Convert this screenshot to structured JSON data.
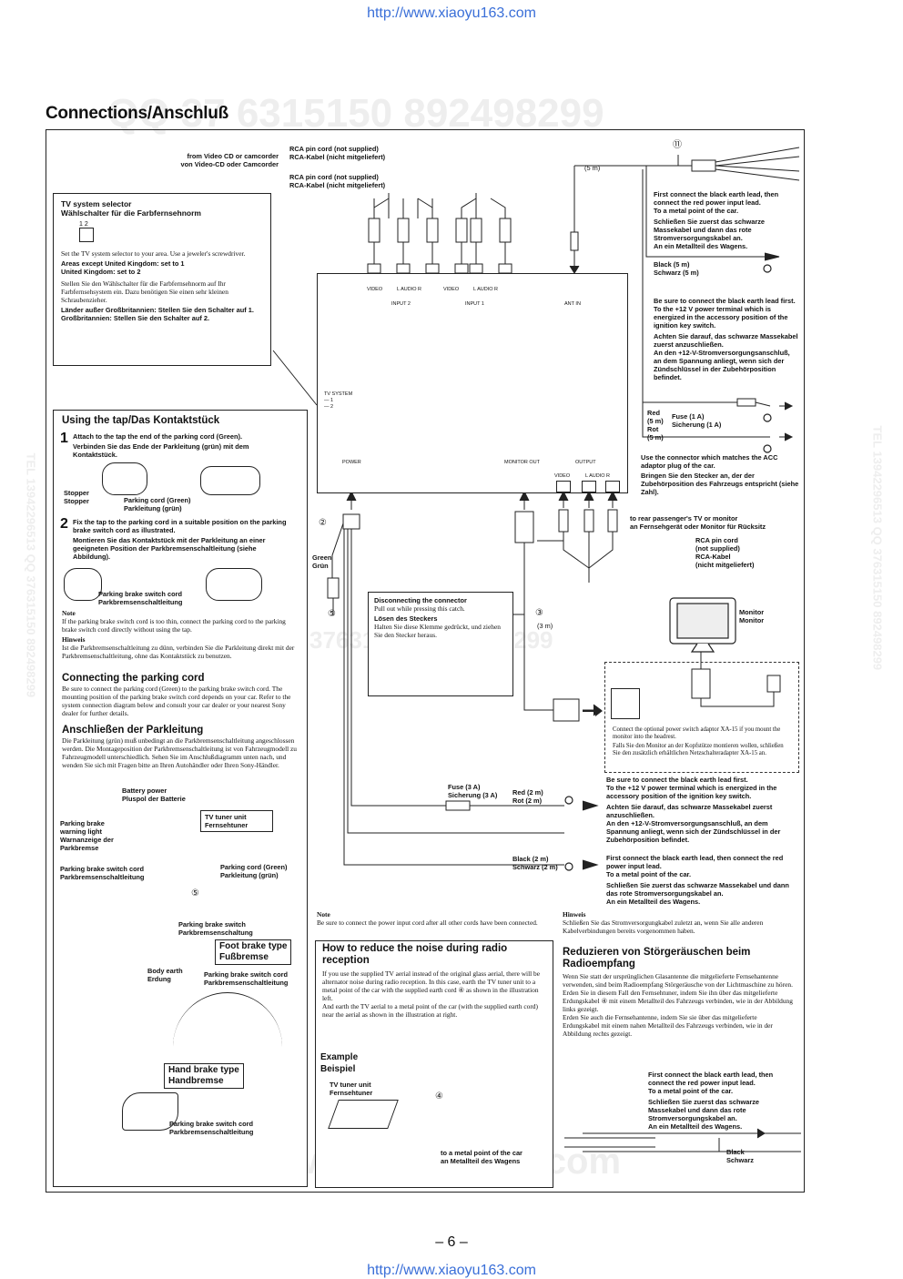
{
  "header_url": "http://www.xiaoyu163.com",
  "footer_url": "http://www.xiaoyu163.com",
  "title": "Connections/Anschluß",
  "page_number": "– 6 –",
  "watermarks": {
    "top": "QQ 37 6315150   892498299",
    "middle": "376315150   892498299",
    "bottom": "www. xiaoyu163. com",
    "left_vertical": "TEL 13942296513  QQ 376315150  892498299",
    "right_vertical": "TEL 13942296513  QQ 376315150  892498299"
  },
  "top_labels": {
    "source": "from Video CD or camcorder",
    "source_de": "von Video-CD oder Camcorder",
    "rca1": "RCA pin cord (not supplied)",
    "rca1_de": "RCA-Kabel (nicht mitgeliefert)",
    "rca2": "RCA pin cord (not supplied)",
    "rca2_de": "RCA-Kabel (nicht mitgeliefert)",
    "marker_11": "⑪",
    "five_m": "(5 m)"
  },
  "tv_selector": {
    "title": "TV system selector",
    "title_de": "Wählschalter für die Farbfernsehnorm",
    "switch_nums": "1  2",
    "p1": "Set the TV system selector to your area. Use a jeweler's screwdriver.",
    "p2a": "Areas except United Kingdom: set to 1",
    "p2b": "United Kingdom: set to 2",
    "p3": "Stellen Sie den Wählschalter für die Farbfernsehnorm auf Ihr Farbfernsehsystem ein. Dazu benötigen Sie einen sehr kleinen Schraubenzieher.",
    "p4a": "Länder außer Großbritannien: Stellen Sie den Schalter auf 1.",
    "p4b": "Großbritannien: Stellen Sie den Schalter auf 2."
  },
  "unit": {
    "jack_video": "VIDEO",
    "jack_audio": "L AUDIO R",
    "input2": "INPUT 2",
    "input1": "INPUT 1",
    "ant_in": "ANT IN",
    "tv_system": "TV SYSTEM",
    "tv_system_marks": "— 1\n— 2",
    "power": "POWER",
    "monitor_out": "MONITOR OUT",
    "output": "OUTPUT",
    "out_video": "VIDEO",
    "out_audio": "L AUDIO R"
  },
  "right_top": {
    "en1": "First connect the black earth lead, then connect the red power input lead.",
    "en2": "To a metal point of the car.",
    "de1": "Schließen Sie zuerst das schwarze Massekabel und dann das rote Stromversorgungskabel an.",
    "de2": "An ein Metallteil des Wagens.",
    "black": "Black (5 m)",
    "black_de": "Schwarz (5 m)",
    "earth_en": "Be sure to connect the black earth lead first.",
    "earth_en2": "To the +12 V power terminal which is energized in the accessory position of the ignition key switch.",
    "earth_de": "Achten Sie darauf, das schwarze Massekabel zuerst anzuschließen.",
    "earth_de2": "An den +12-V-Stromversorgungsanschluß, an dem Spannung anliegt, wenn sich der Zündschlüssel in der Zubehörposition befindet.",
    "red": "Red",
    "red_len": "(5 m)",
    "rot": "Rot",
    "rot_len": "(5 m)",
    "fuse": "Fuse (1 A)",
    "fuse_de": "Sicherung (1 A)",
    "acc_en": "Use the connector which matches the ACC adaptor plug of the car.",
    "acc_de": "Bringen Sie den Stecker an, der der Zubehörposition des Fahrzeugs entspricht (siehe Zahl).",
    "rear_en": "to rear passenger's TV or monitor",
    "rear_de": "an Fernsehgerät oder Monitor für Rücksitz",
    "rca3": "RCA pin cord",
    "rca3b": "(not supplied)",
    "rca3_de": "RCA-Kabel",
    "rca3b_de": "(nicht mitgeliefert)",
    "monitor": "Monitor",
    "monitor_de": "Monitor",
    "adaptor_en": "Connect the optional power switch adaptor XA-15 if you mount the monitor into the headrest.",
    "adaptor_de": "Falls Sie den Monitor an der Kopfstütze montieren wollen, schließen Sie den zusätzlich erhältlichen Netzschalteradapter XA-15 an."
  },
  "middle": {
    "marker_2": "②",
    "marker_3": "③",
    "marker_5": "⑤",
    "three_m": "(3 m)",
    "green": "Green",
    "green_de": "Grün",
    "disc_title": "Disconnecting the connector",
    "disc_text": "Pull out while pressing this catch.",
    "disc_title_de": "Lösen des Steckers",
    "disc_text_de": "Halten Sie diese Klemme gedrückt, und ziehen Sie den Stecker heraus.",
    "fuse3": "Fuse (3 A)",
    "fuse3_de": "Sicherung (3 A)",
    "red2": "Red (2 m)",
    "rot2": "Rot (2 m)",
    "black2": "Black (2 m)",
    "black2_de": "Schwarz (2 m)",
    "earth2_en": "Be sure to connect the black earth lead first.",
    "earth2_en2": "To the +12 V power terminal which is energized in the accessory position of the ignition key switch.",
    "earth2_de": "Achten Sie darauf, das schwarze Massekabel zuerst anzuschließen.",
    "earth2_de2": "An den +12-V-Stromversorgungsanschluß, an dem Spannung anliegt, wenn sich der Zündschlüssel in der Zubehörposition befindet.",
    "black_first_en": "First connect the black earth lead, then connect the red power input lead.",
    "black_first_en2": "To a metal point of the car.",
    "black_first_de": "Schließen Sie zuerst das schwarze Massekabel und dann das rote Stromversorgungskabel an.",
    "black_first_de2": "An ein Metallteil des Wagens.",
    "note_title": "Note",
    "note_text": "Be sure to connect the power input cord after all other cords have been connected.",
    "hinweis_title": "Hinweis",
    "hinweis_text": "Schließen Sie das Stromversorgungkabel zuletzt an, wenn Sie alle anderen Kabelverbindungen bereits vorgenommen haben."
  },
  "tap": {
    "title": "Using the tap/Das Kontaktstück",
    "step1_num": "1",
    "step1": "Attach to the tap the end of the parking cord (Green).",
    "step1_de": "Verbinden Sie das Ende der Parkleitung (grün) mit dem Kontaktstück.",
    "stopper": "Stopper",
    "stopper_de": "Stopper",
    "pcord": "Parking cord (Green)",
    "pcord_de": "Parkleitung (grün)",
    "step2_num": "2",
    "step2": "Fix the tap to the parking cord in a suitable position on the parking brake switch cord as illustrated.",
    "step2_de": "Montieren Sie das Kontaktstück mit der Parkleitung an einer geeigneten Position der Parkbremsenschaltleitung (siehe Abbildung).",
    "pbs": "Parking brake switch cord",
    "pbs_de": "Parkbremsenschaltleitung",
    "note_title": "Note",
    "note_text": "If the parking brake switch cord is too thin, connect the parking cord to the parking brake switch cord directly without using the tap.",
    "hinweis_title": "Hinweis",
    "hinweis_text": "Ist die Parkbremsenschaltleitung zu dünn, verbinden Sie die Parkleitung direkt mit der Parkbremsenschaltleitung, ohne das Kontaktstück zu benutzen.",
    "conn_title": "Connecting the parking cord",
    "conn_text": "Be sure to connect the parking cord (Green) to the parking brake switch cord. The mounting position of the parking brake switch cord depends on your car. Refer to the system connection diagram below and consult your car dealer or your nearest Sony dealer for further details.",
    "ansch_title": "Anschließen der Parkleitung",
    "ansch_text": "Die Parkleitung (grün) muß unbedingt an die Parkbremsenschaltleitung angeschlossen werden. Die Montageposition der Parkbremsenschaltleitung ist von Fahrzeugmodell zu Fahrzeugmodell unterschiedlich. Sehen Sie im Anschlußdiagramm unten nach, und wenden Sie sich mit Fragen bitte an Ihren Autohändler oder Ihren Sony-Händler.",
    "battery": "Battery power",
    "battery_de": "Pluspol der Batterie",
    "warning": "Parking brake",
    "warning2": "warning light",
    "warning_de": "Warnanzeige der",
    "warning_de2": "Parkbremse",
    "tuner": "TV tuner unit",
    "tuner_de": "Fernsehtuner",
    "pbsw": "Parking brake switch cord",
    "pbsw_de": "Parkbremsenschaltleitung",
    "pcord2": "Parking cord (Green)",
    "pcord2_de": "Parkleitung (grün)",
    "marker_5": "⑤",
    "pbswitch": "Parking brake switch",
    "pbswitch_de": "Parkbremsenschaltung",
    "foot": "Foot brake type",
    "foot_de": "Fußbremse",
    "body": "Body earth",
    "body_de": "Erdung",
    "pbsw2": "Parking brake switch cord",
    "pbsw2_de": "Parkbremsenschaltleitung",
    "hand": "Hand brake type",
    "hand_de": "Handbremse",
    "pbsw3": "Parking brake switch cord",
    "pbsw3_de": "Parkbremsenschaltleitung"
  },
  "noise": {
    "title": "How to reduce the noise during radio reception",
    "text": "If you use the supplied TV aerial instead of the original glass aerial, there will be alternator noise during radio reception. In this case, earth the TV tuner unit to a metal point of the car with the supplied earth cord ④ as shown in the illustration left.",
    "text2": "And earth the TV aerial to a metal point of the car (with the supplied earth cord) near the aerial as shown in the illustration at right.",
    "ex_title": "Example",
    "ex_title_de": "Beispiel",
    "tuner": "TV tuner unit",
    "tuner_de": "Fernsehtuner",
    "marker_4": "④",
    "metal": "to a metal point of the car",
    "metal_de": "an Metallteil des Wagens",
    "title_de": "Reduzieren von Störgeräuschen beim Radioempfang",
    "text_de": "Wenn Sie statt der ursprünglichen Glasantenne die mitgelieferte Fernsehantenne verwenden, sind beim Radioempfang Störgeräusche von der Lichtmaschine zu hören. Erden Sie in diesem Fall den Fernsehtuner, indem Sie ihn über das mitgelieferte Erdungskabel ④ mit einem Metallteil des Fahrzeugs verbinden, wie in der Abbildung links gezeigt.",
    "text2_de": "Erden Sie auch die Fernsehantenne, indem Sie sie über das mitgelieferte Erdungskabel mit einem nahen Metallteil des Fahrzeugs verbinden, wie in der Abbildung rechts gezeigt.",
    "r1": "First connect the black earth lead, then connect the red power input lead.",
    "r2": "To a metal point of the car.",
    "r3": "Schließen Sie zuerst das schwarze Massekabel und dann das rote Stromversorgungskabel an.",
    "r4": "An ein Metallteil des Wagens.",
    "black": "Black",
    "black_de": "Schwarz"
  }
}
